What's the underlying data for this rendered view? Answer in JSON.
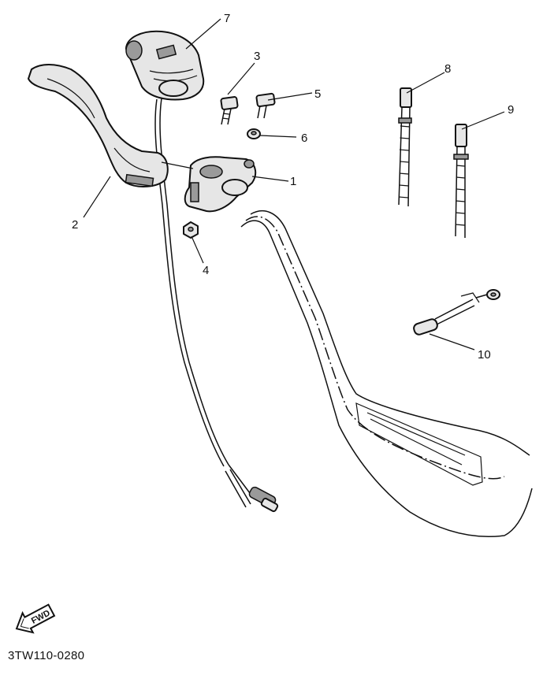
{
  "callouts": {
    "c1": "1",
    "c2": "2",
    "c3": "3",
    "c4": "4",
    "c5": "5",
    "c6": "6",
    "c7": "7",
    "c8": "8",
    "c9": "9",
    "c10": "10"
  },
  "fwd_label": "FWD",
  "drawing_code": "3TW110-0280"
}
